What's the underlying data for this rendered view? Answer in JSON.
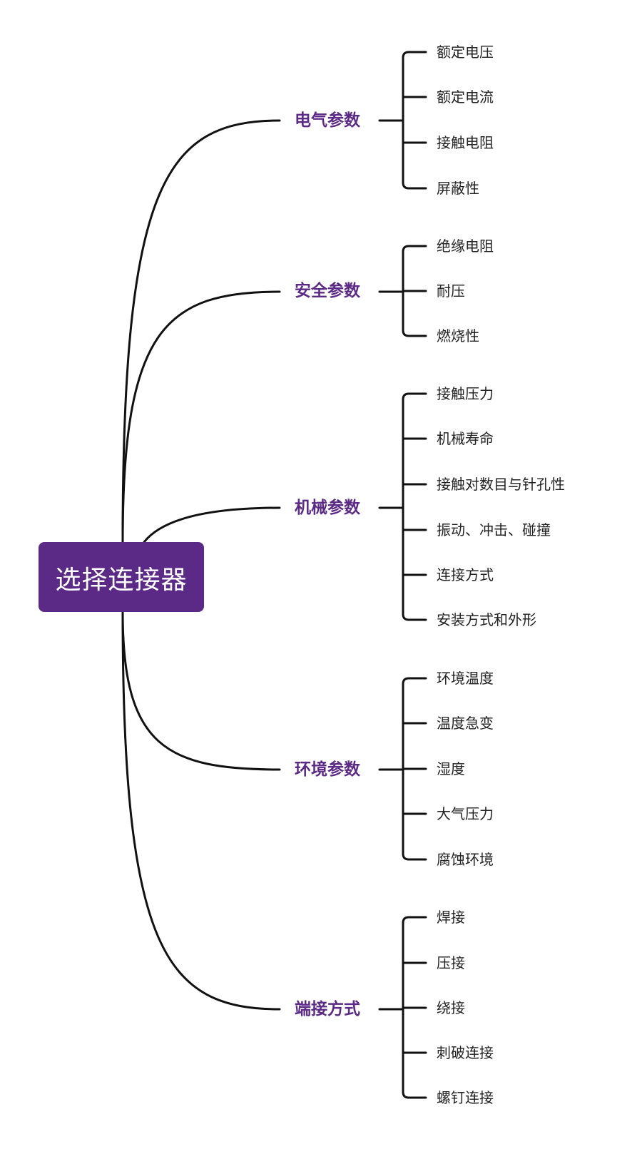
{
  "root": {
    "label": "选择连接器"
  },
  "branches": [
    {
      "label": "电气参数",
      "leaves": [
        "额定电压",
        "额定电流",
        "接触电阻",
        "屏蔽性"
      ]
    },
    {
      "label": "安全参数",
      "leaves": [
        "绝缘电阻",
        "耐压",
        "燃烧性"
      ]
    },
    {
      "label": "机械参数",
      "leaves": [
        "接触压力",
        "机械寿命",
        "接触对数目与针孔性",
        "振动、冲击、碰撞",
        "连接方式",
        "安装方式和外形"
      ]
    },
    {
      "label": "环境参数",
      "leaves": [
        "环境温度",
        "温度急变",
        "湿度",
        "大气压力",
        "腐蚀环境"
      ]
    },
    {
      "label": "端接方式",
      "leaves": [
        "焊接",
        "压接",
        "绕接",
        "刺破连接",
        "螺钉连接"
      ]
    }
  ],
  "colors": {
    "root_fill": "#5b2a86",
    "root_text": "#ffffff",
    "branch_text": "#5b2a86",
    "leaf_text": "#222222",
    "connector": "#111111"
  }
}
